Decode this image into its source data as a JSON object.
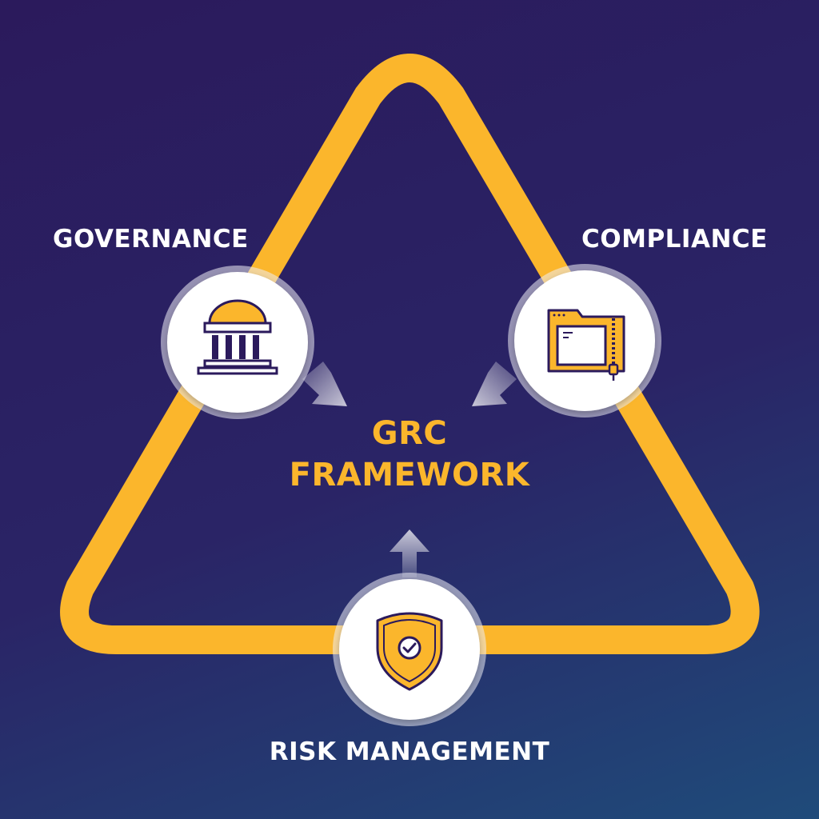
{
  "center": {
    "line1": "GRC",
    "line2": "FRAMEWORK"
  },
  "nodes": {
    "governance": {
      "label": "GOVERNANCE",
      "icon": "government-building-icon"
    },
    "compliance": {
      "label": "COMPLIANCE",
      "icon": "zipped-folder-icon"
    },
    "risk": {
      "label": "RISK MANAGEMENT",
      "icon": "shield-check-icon"
    }
  },
  "colors": {
    "background_top": "#2b1a5c",
    "background_bottom": "#1f4b7a",
    "accent": "#fbb62c",
    "text": "#ffffff",
    "icon_outline": "#2b1a5c"
  }
}
